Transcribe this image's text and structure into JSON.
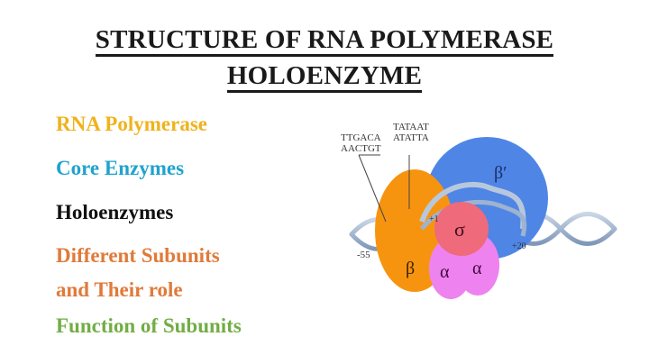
{
  "title": {
    "line1": "STRUCTURE OF RNA POLYMERASE",
    "line2": "HOLOENZYME"
  },
  "menu": [
    {
      "label": "RNA Polymerase",
      "color": "#f0b21c"
    },
    {
      "label": "Core Enzymes",
      "color": "#1fa3cf"
    },
    {
      "label": "Holoenzymes",
      "color": "#111111"
    },
    {
      "label": "Different Subunits",
      "label2": "and Their role",
      "color": "#e07a3a"
    },
    {
      "label": "Function of Subunits",
      "color": "#72ad45"
    }
  ],
  "diagram": {
    "seq_35_top": "TTGACA",
    "seq_35_bottom": "AACTGT",
    "seq_10_top": "TATAAT",
    "seq_10_bottom": "ATATTA",
    "pos_start": "-55",
    "pos_plus1": "+1",
    "pos_end": "+20",
    "subunit_beta_prime": "β′",
    "subunit_sigma": "σ",
    "subunit_beta": "β",
    "subunit_alpha_1": "α",
    "subunit_alpha_2": "α",
    "colors": {
      "beta_prime": "#4f86e6",
      "beta": "#f7940f",
      "sigma": "#ef6a7a",
      "alpha": "#ee82ee",
      "dna": "#8fa8c8"
    }
  }
}
